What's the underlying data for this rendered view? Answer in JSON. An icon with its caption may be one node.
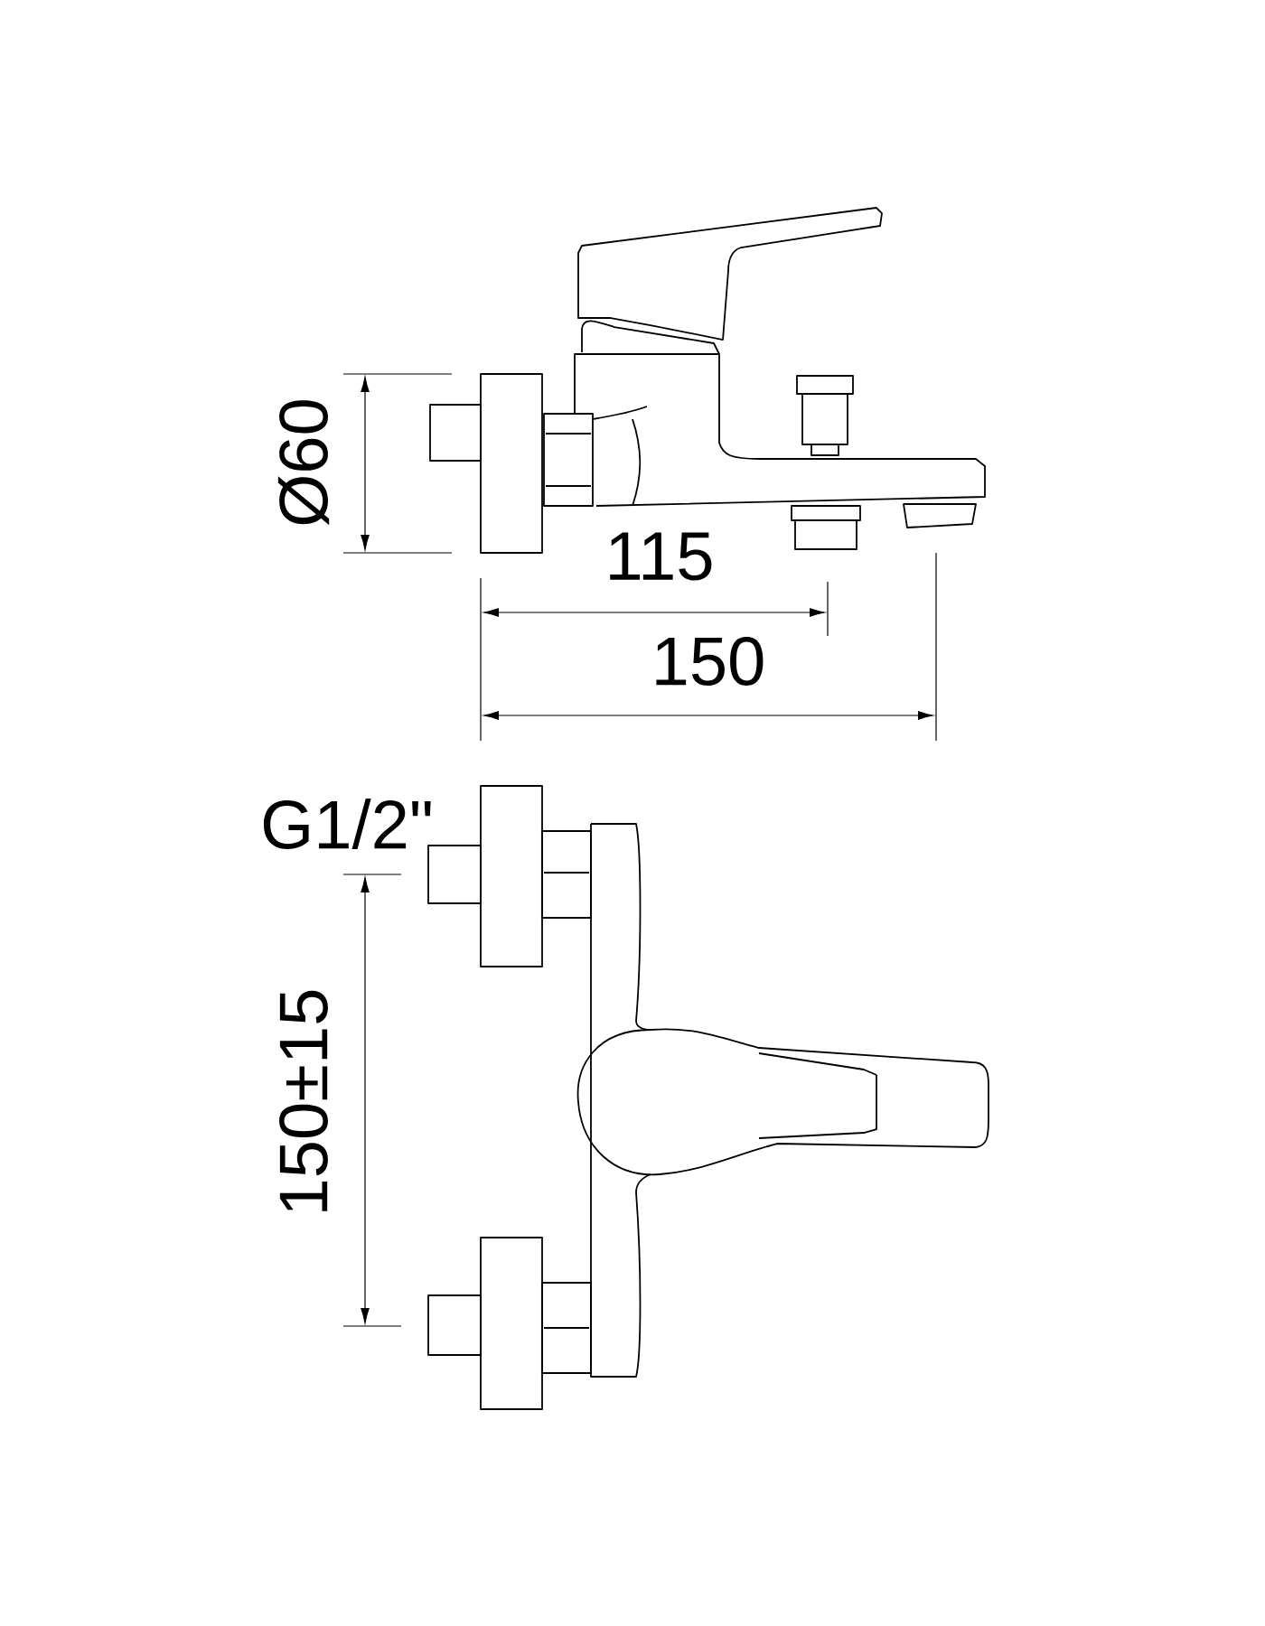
{
  "diagram": {
    "labels": [
      "Ø60",
      "115",
      "150",
      "G1/2\"",
      "150±15"
    ]
  }
}
